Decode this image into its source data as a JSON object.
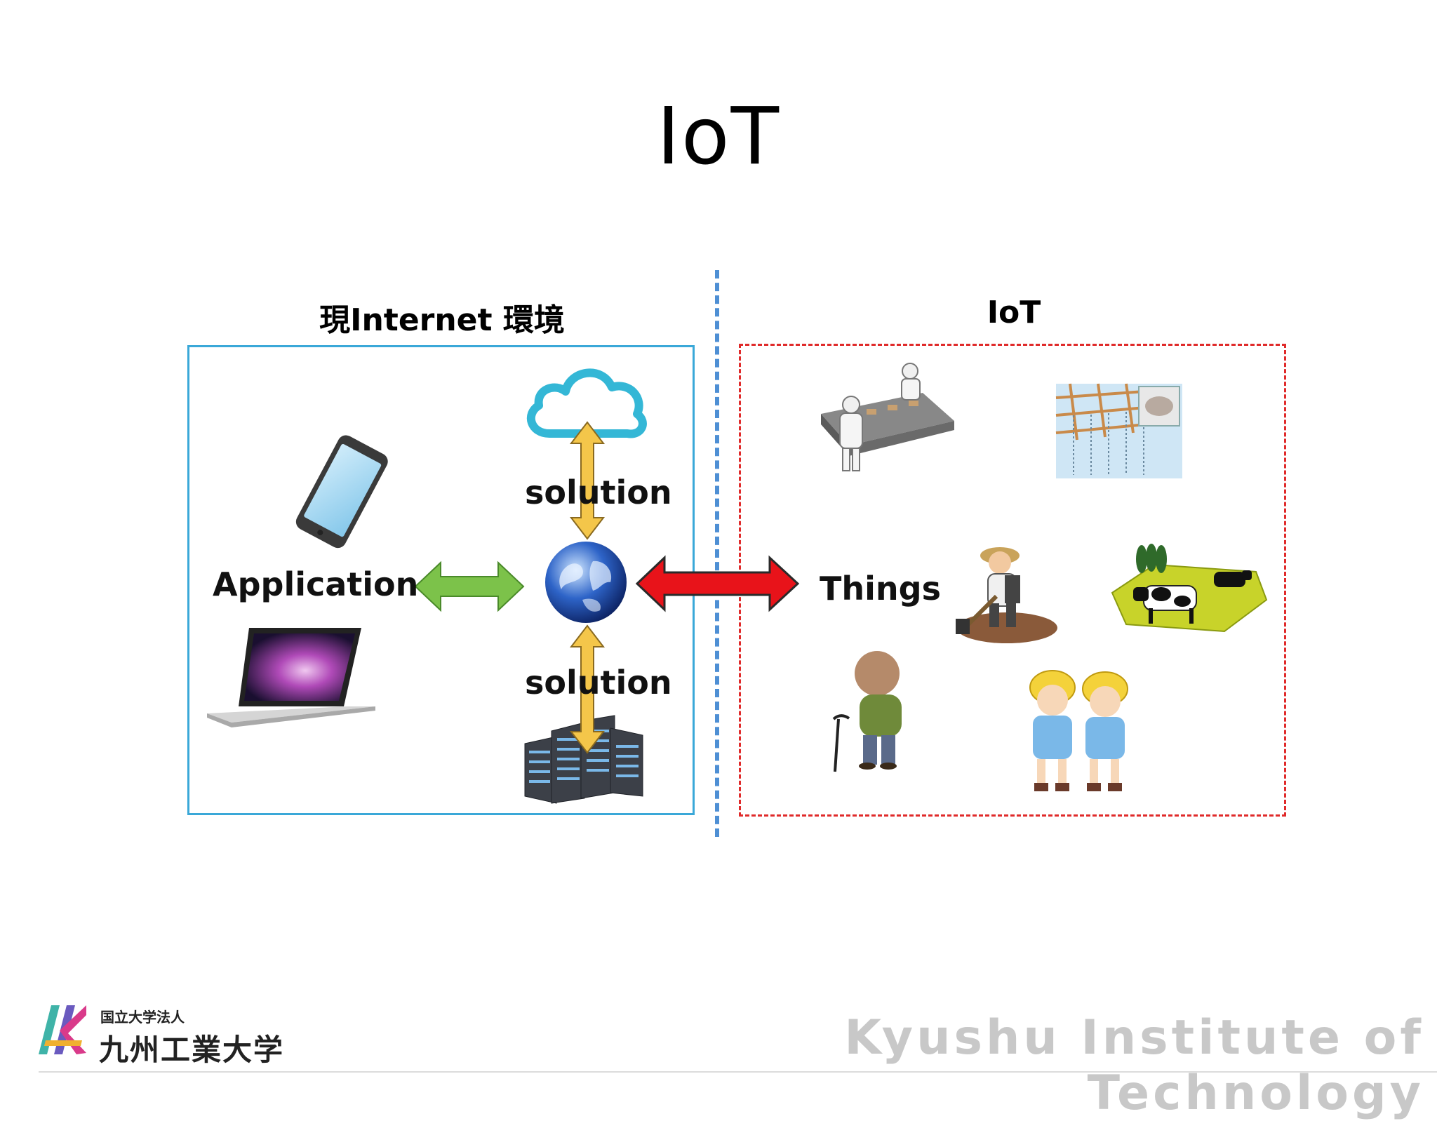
{
  "slide": {
    "title": "IoT"
  },
  "left_panel": {
    "title": "現Internet 環境",
    "application_label": "Application",
    "solution_label_top": "solution",
    "solution_label_bottom": "solution"
  },
  "right_panel": {
    "title": "IoT",
    "things_label": "Things"
  },
  "footer": {
    "university_subtitle": "国立大学法人",
    "university_name": "九州工業大学",
    "english_name": "Kyushu Institute of Technology"
  },
  "colors": {
    "left_box_border": "#3aa8d8",
    "right_box_border": "#e02a2a",
    "divider": "#4e8fd4",
    "green_arrow": "#7cc24a",
    "red_arrow": "#e8131a",
    "yellow_arrow": "#f4c64a"
  },
  "icons": [
    "smartphone-icon",
    "laptop-icon",
    "cloud-icon",
    "globe-icon",
    "server-icon",
    "factory-worker-icon",
    "fish-farm-icon",
    "farmer-icon",
    "cows-pasture-icon",
    "elderly-man-icon",
    "school-children-icon",
    "kit-logo-icon"
  ]
}
